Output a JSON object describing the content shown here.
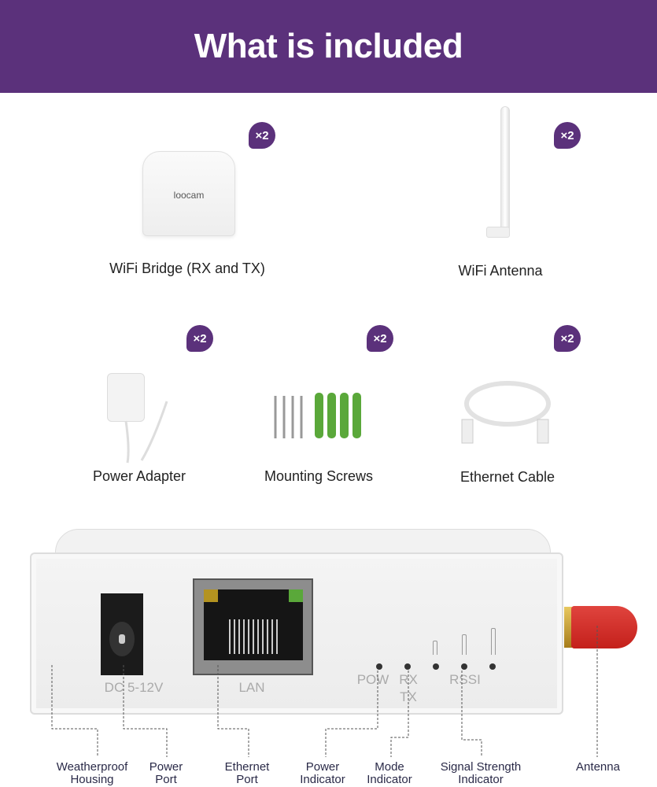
{
  "header": {
    "title": "What is included"
  },
  "items": [
    {
      "name": "WiFi Bridge (RX and TX)",
      "qty": "×2",
      "brand": "loocam"
    },
    {
      "name": "WiFi Antenna",
      "qty": "×2"
    },
    {
      "name": "Power Adapter",
      "qty": "×2"
    },
    {
      "name": "Mounting Screws",
      "qty": "×2"
    },
    {
      "name": "Ethernet Cable",
      "qty": "×2"
    }
  ],
  "device": {
    "power_label": "DC 5-12V",
    "lan_label": "LAN",
    "pow_label": "POW",
    "rx_label": "RX",
    "tx_label": "TX",
    "rssi_label": "RSSI"
  },
  "callouts": [
    {
      "l1": "Weatherproof",
      "l2": "Housing"
    },
    {
      "l1": "Power",
      "l2": "Port"
    },
    {
      "l1": "Ethernet",
      "l2": "Port"
    },
    {
      "l1": "Power",
      "l2": "Indicator"
    },
    {
      "l1": "Mode",
      "l2": "Indicator"
    },
    {
      "l1": "Signal Strength",
      "l2": "Indicator"
    },
    {
      "l1": "Antenna",
      "l2": ""
    }
  ]
}
